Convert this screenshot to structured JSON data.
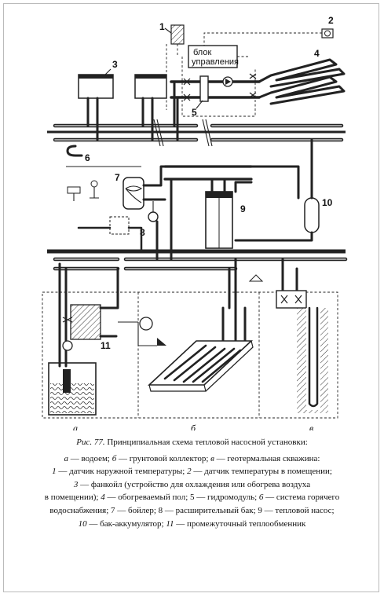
{
  "diagram": {
    "numbers": [
      "1",
      "2",
      "3",
      "4",
      "5",
      "6",
      "7",
      "8",
      "9",
      "10",
      "11"
    ],
    "control_block_line1": "блок",
    "control_block_line2": "управления",
    "sub_a": "а",
    "sub_b": "б",
    "sub_v": "в"
  },
  "caption": {
    "fig_num": "Рис. 77.",
    "title": "Принципиальная схема тепловой насосной установки:",
    "legend": [
      {
        "key": "а",
        "text": " — водоем; "
      },
      {
        "key": "б",
        "text": " — грунтовой коллектор; "
      },
      {
        "key": "в",
        "text": " — геотермальная скважина:"
      }
    ],
    "lines": [
      {
        "n1": "1",
        "t1": " — датчик наружной температуры; ",
        "n2": "2",
        "t2": " — датчик температуры в помещении;"
      },
      {
        "n1": "3",
        "t1": " — фанкойл (устройство для охлаждения или обогрева воздуха"
      },
      {
        "t0": "в помещении); ",
        "n1": "4",
        "t1": " — обогреваемый пол; 5 — гидромодуль; ",
        "n2": "6",
        "t2": " — система горячего"
      },
      {
        "t0": "водоснабжения; 7 — бойлер; 8 — расширительный бак; 9 — тепловой насос;"
      },
      {
        "n1": "10",
        "t1": " — бак-аккумулятор; ",
        "n2": "11",
        "t2": " — промежуточный теплообменник"
      }
    ]
  }
}
